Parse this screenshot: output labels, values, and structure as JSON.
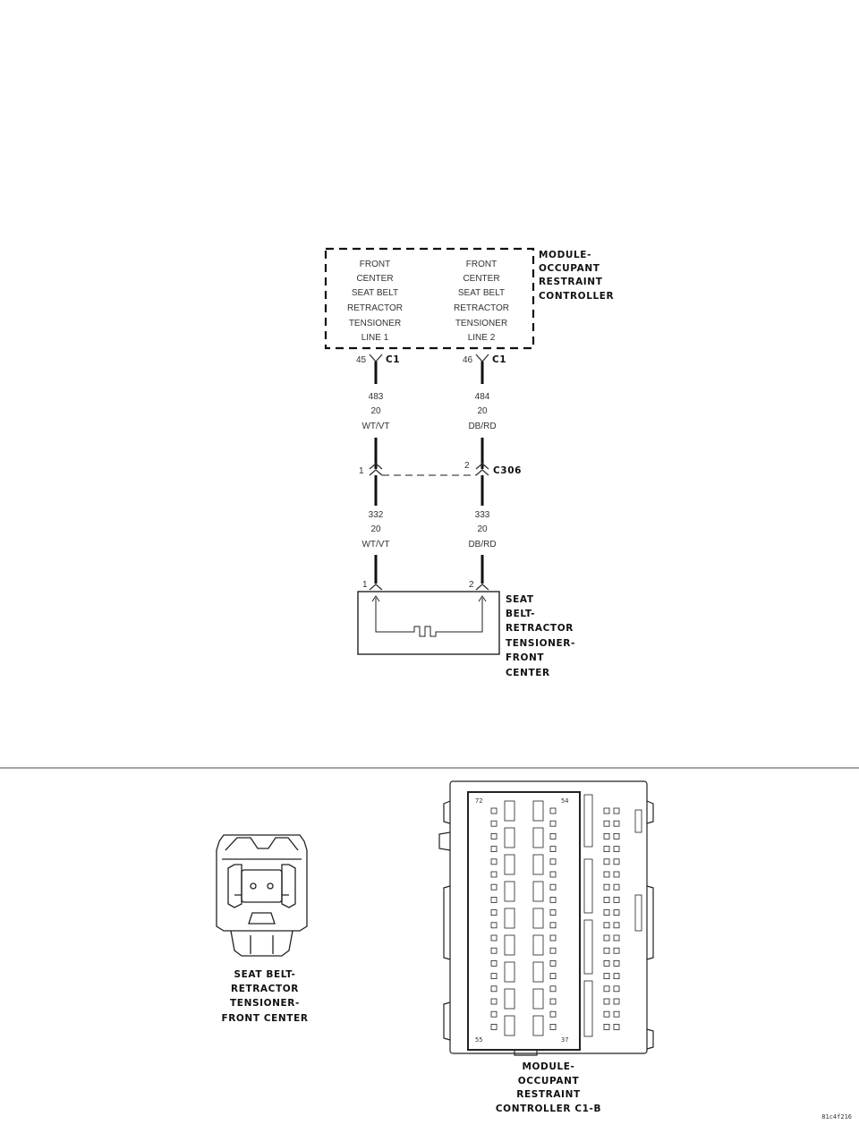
{
  "module": {
    "title_lines": [
      "MODULE-",
      "OCCUPANT",
      "RESTRAINT",
      "CONTROLLER"
    ],
    "circuit1_lines": [
      "FRONT",
      "CENTER",
      "SEAT BELT",
      "RETRACTOR",
      "TENSIONER",
      "LINE 1"
    ],
    "circuit2_lines": [
      "FRONT",
      "CENTER",
      "SEAT BELT",
      "RETRACTOR",
      "TENSIONER",
      "LINE 2"
    ]
  },
  "module_pins": {
    "pin1": "45",
    "pin2": "46",
    "connector": "C1"
  },
  "upper_wires": {
    "wire1": [
      "483",
      "20",
      "WT/VT"
    ],
    "wire2": [
      "484",
      "20",
      "DB/RD"
    ]
  },
  "inline_connector": {
    "name": "C306",
    "pin1": "1",
    "pin2": "2"
  },
  "lower_wires": {
    "wire1": [
      "332",
      "20",
      "WT/VT"
    ],
    "wire2": [
      "333",
      "20",
      "DB/RD"
    ]
  },
  "tensioner": {
    "pin1": "1",
    "pin2": "2",
    "title_lines": [
      "SEAT",
      "BELT-",
      "RETRACTOR",
      "TENSIONER-",
      "FRONT",
      "CENTER"
    ]
  },
  "connector_views": {
    "left_label_lines": [
      "SEAT BELT-",
      "RETRACTOR",
      "TENSIONER-",
      "FRONT CENTER"
    ],
    "right_label_lines": [
      "MODULE-",
      "OCCUPANT",
      "RESTRAINT",
      "CONTROLLER C1-B"
    ],
    "right_pin_top_left": "72",
    "right_pin_top_right": "54",
    "right_pin_bottom_left": "55",
    "right_pin_bottom_right": "37"
  },
  "figure_id": "81c4f216"
}
